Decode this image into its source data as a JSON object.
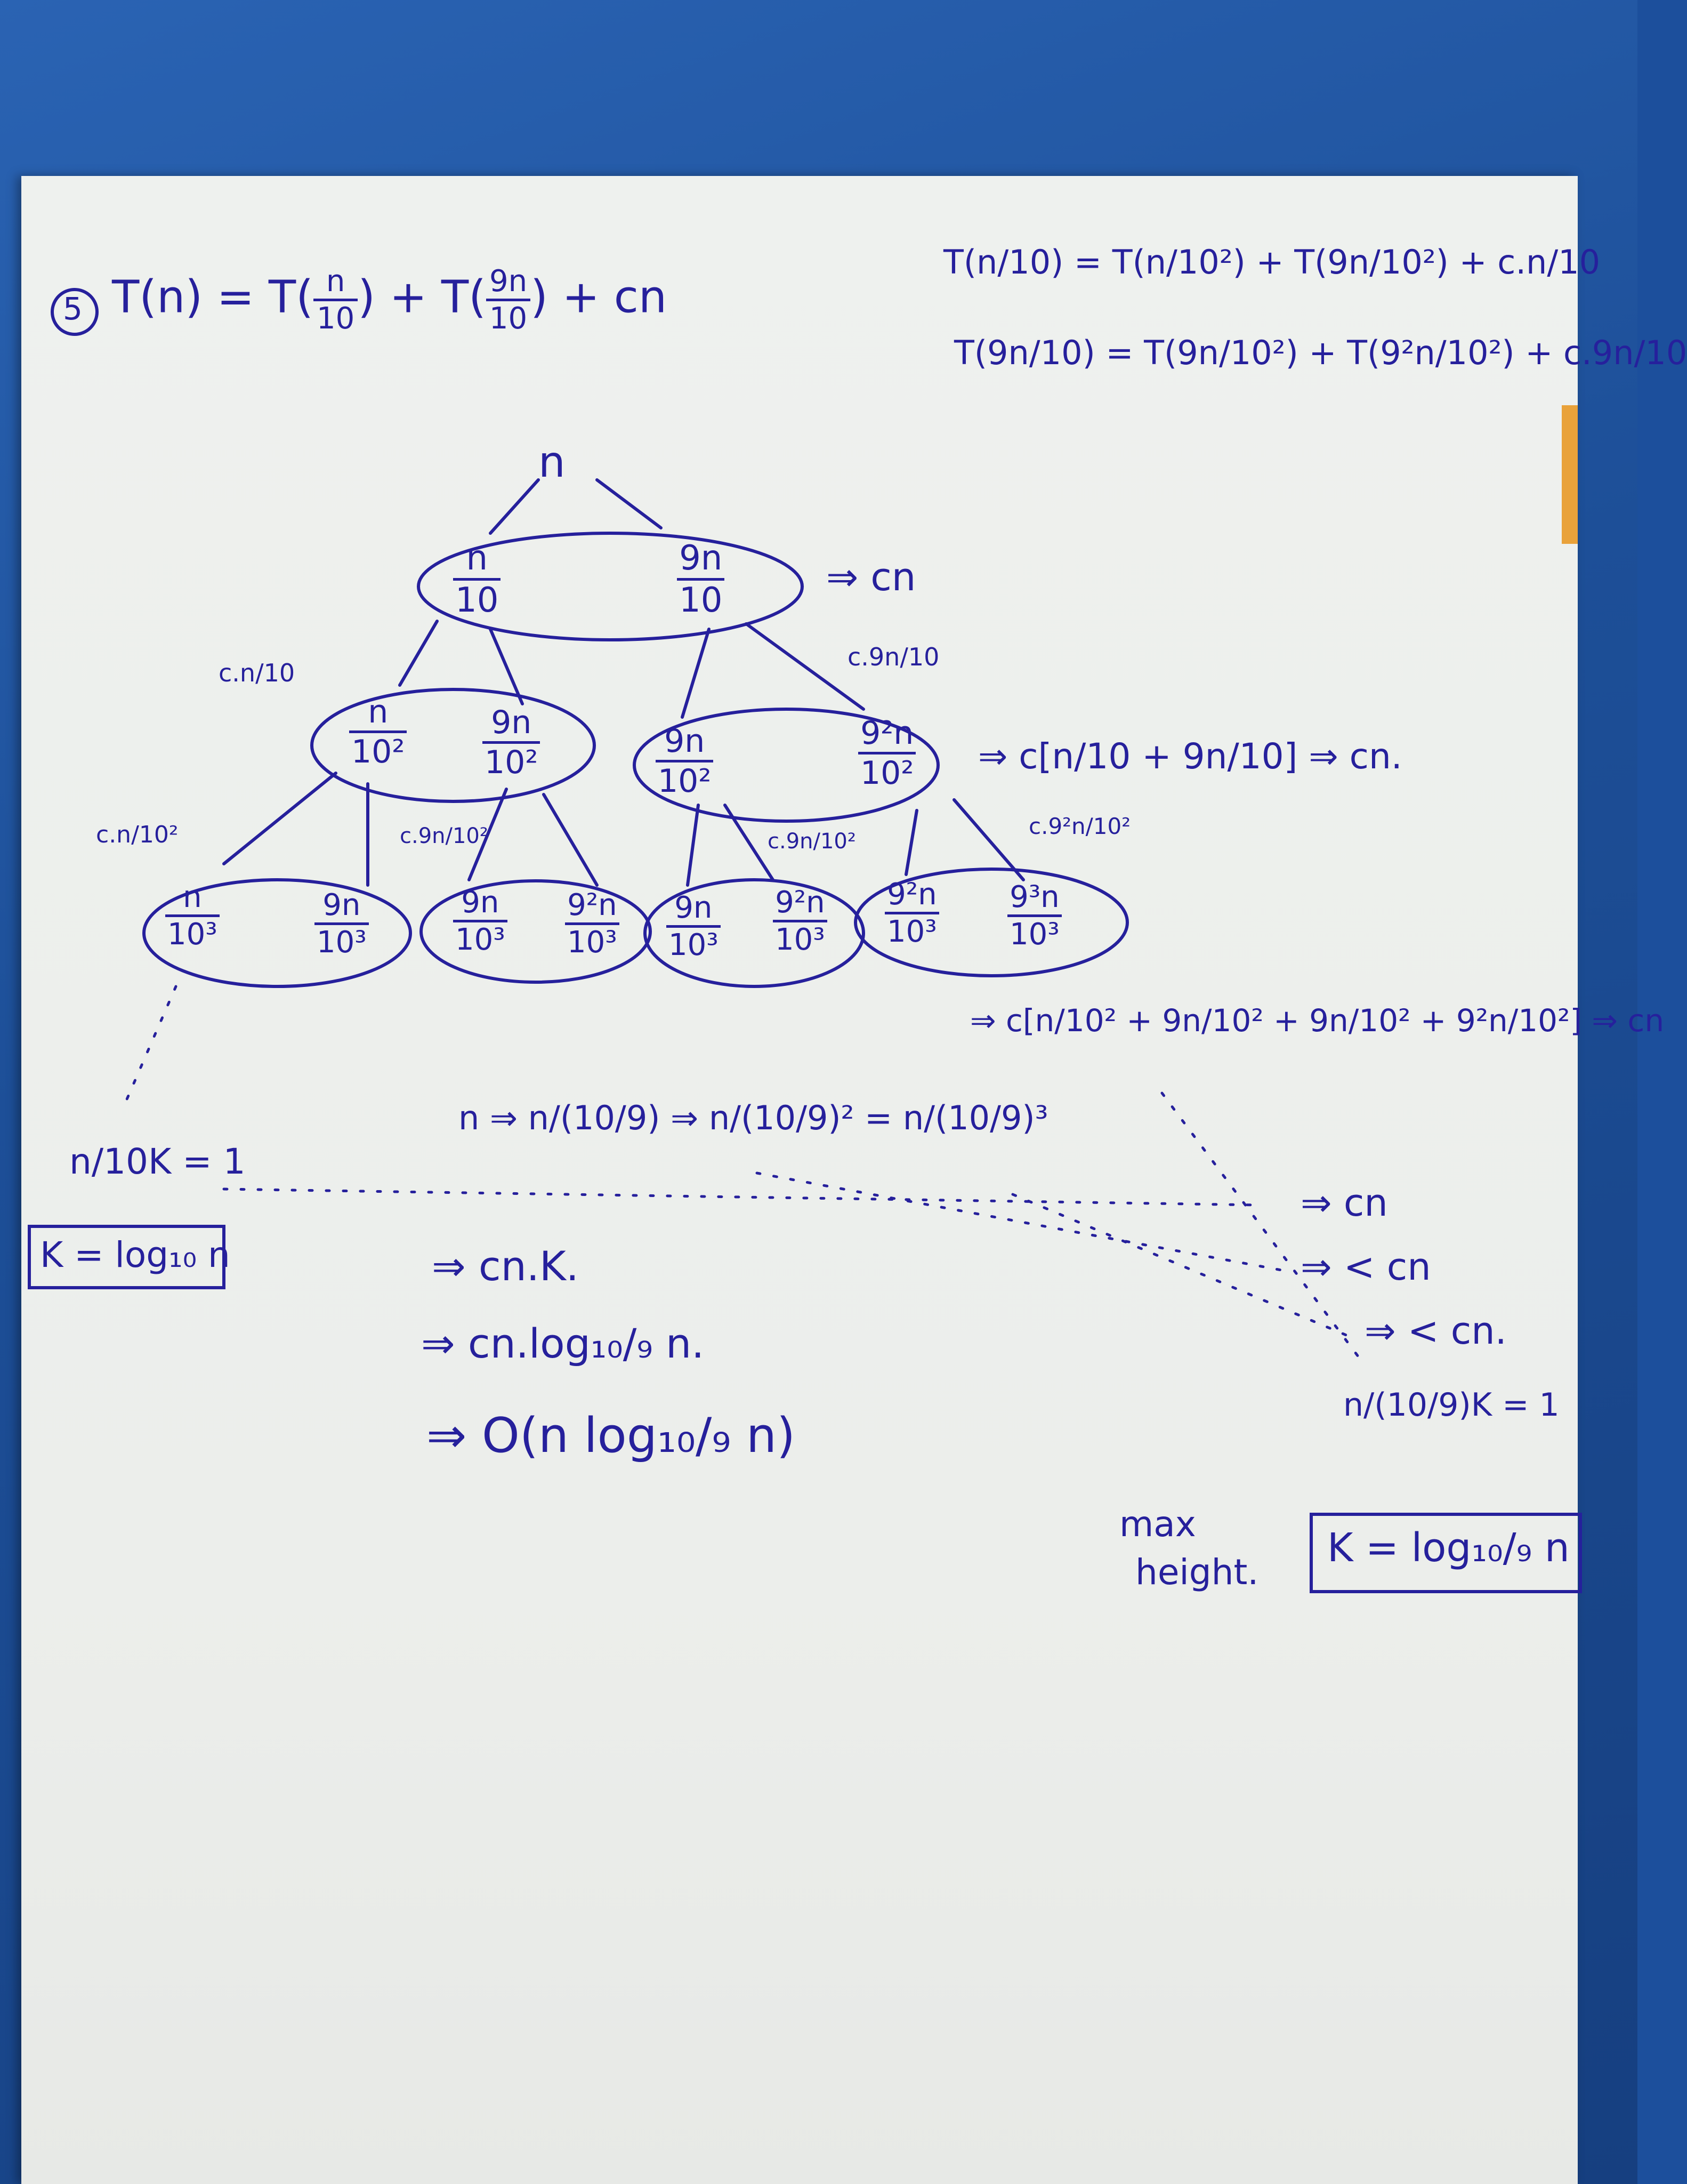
{
  "problem": {
    "number": "5",
    "recurrence": {
      "lhs": "T(n) =",
      "term1_prefix": "T(",
      "term1_num": "n",
      "term1_den": "10",
      "term1_suffix": ") +",
      "term2_prefix": "T(",
      "term2_num": "9n",
      "term2_den": "10",
      "term2_suffix": ") + cn"
    }
  },
  "expansions": {
    "line1": "T(n/10) = T(n/10²) + T(9n/10²) + c.n/10",
    "line2": "T(9n/10) = T(9n/10²) + T(9²n/10²) + c.9n/10"
  },
  "tree": {
    "root": "n",
    "level1": [
      {
        "num": "n",
        "den": "10"
      },
      {
        "num": "9n",
        "den": "10"
      }
    ],
    "level1_cost": "⇒ cn",
    "level2": [
      {
        "num": "n",
        "den": "10²"
      },
      {
        "num": "9n",
        "den": "10²"
      },
      {
        "num": "9n",
        "den": "10²"
      },
      {
        "num": "9²n",
        "den": "10²"
      }
    ],
    "level2_cost": "⇒ c[n/10 + 9n/10] ⇒ cn.",
    "level3": [
      {
        "num": "n",
        "den": "10³"
      },
      {
        "num": "9n",
        "den": "10³"
      },
      {
        "num": "9n",
        "den": "10³"
      },
      {
        "num": "9²n",
        "den": "10³"
      },
      {
        "num": "9n",
        "den": "10³"
      },
      {
        "num": "9²n",
        "den": "10³"
      },
      {
        "num": "9²n",
        "den": "10³"
      },
      {
        "num": "9³n",
        "den": "10³"
      }
    ],
    "level3_cost": "⇒ c[n/10² + 9n/10² + 9n/10² + 9²n/10²] ⇒ cn",
    "edge_costs": [
      "c.n/10",
      "c.9n/10",
      "c.n/10²",
      "c.9n/10²",
      "c.9n/10²",
      "c.9²n/10²"
    ]
  },
  "left_height": {
    "equation": "n/10K = 1",
    "result": "K = log₁₀ n"
  },
  "chain": "n ⇒ n/(10/9) ⇒ n/(10/9)² = n/(10/9)³",
  "right_costs": [
    "⇒ cn",
    "⇒ < cn",
    "⇒ < cn."
  ],
  "right_height": {
    "equation": "n/(10/9)K = 1",
    "label_line1": "max",
    "label_line2": "height.",
    "result": "K = log₁₀/₉ n"
  },
  "conclusion": [
    "⇒ cn.K.",
    "⇒ cn.log₁₀/₉ n.",
    "⇒ O(n log₁₀/₉ n)"
  ],
  "colors": {
    "ink": "#26209c",
    "paper": "#eceeeb",
    "table": "#1d4f98"
  }
}
